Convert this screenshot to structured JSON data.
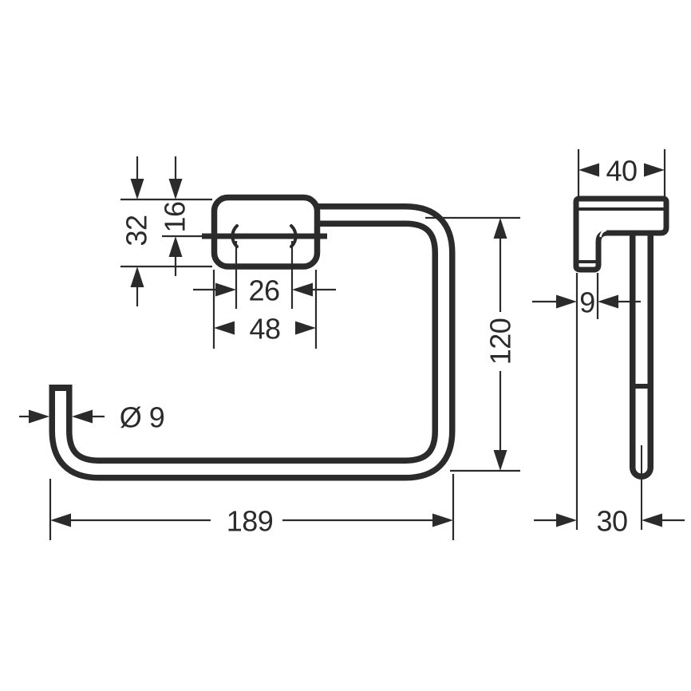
{
  "drawing_title": "Towel ring technical dimension drawing, front and side views",
  "colors": {
    "line": "#2b2b2b",
    "background": "#ffffff"
  },
  "front_view": {
    "dim_block_height": "32",
    "dim_block_top_to_bar": "16",
    "dim_inner_width": "26",
    "dim_block_width": "48",
    "dim_tube_diameter": "Ø 9",
    "dim_overall_width": "189",
    "dim_overall_height": "120"
  },
  "side_view": {
    "dim_depth": "40",
    "dim_plate_thickness": "9",
    "dim_tube_center_offset": "30"
  }
}
